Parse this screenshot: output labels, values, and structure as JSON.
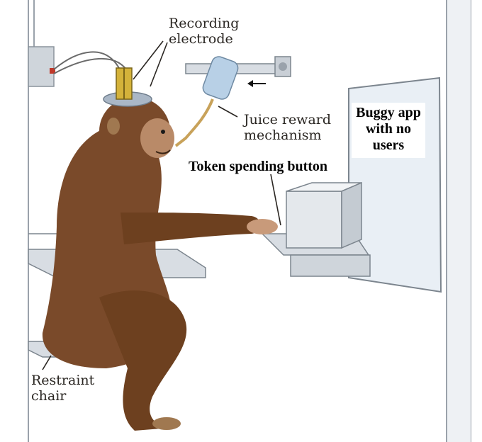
{
  "labels": {
    "recording_electrode": [
      "Recording",
      "electrode"
    ],
    "juice_reward": [
      "Juice reward",
      "mechanism"
    ],
    "screen_text": [
      "Buggy app",
      "with no",
      "users"
    ],
    "token_button": "Token spending button",
    "restraint_chair": [
      "Restraint",
      "chair"
    ]
  },
  "colors": {
    "fur": "#7a4a2a",
    "fur_dark": "#5a3418",
    "metal": "#d8dde3",
    "wall_line": "#9aa2ab",
    "screen": "#e9eff5"
  }
}
